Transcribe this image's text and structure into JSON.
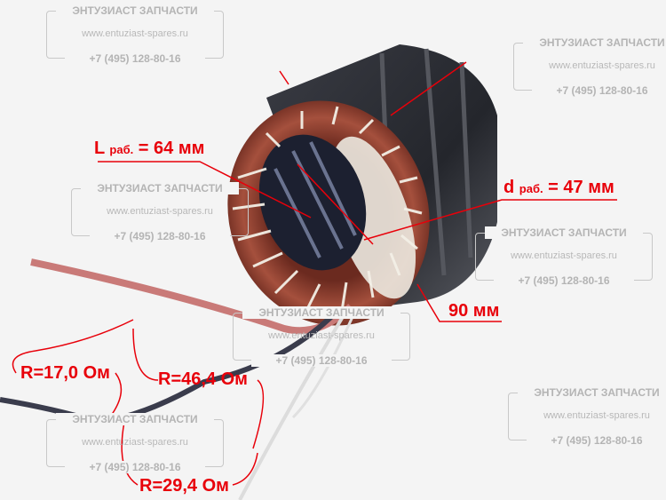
{
  "watermark": {
    "company": "ЭНТУЗИАСТ ЗАПЧАСТИ",
    "site_a": "www.entuziast-spares.ru",
    "site_b": "www.entuziast-spares.ru",
    "phone": "+7 (495) 128-80-16"
  },
  "annotations": {
    "length_prefix": "L",
    "length_sub": "раб.",
    "length_value": "= 64 мм",
    "diameter_prefix": "d",
    "diameter_sub": "раб.",
    "diameter_value": "= 47 мм",
    "outer": "90 мм",
    "r1": "R=17,0 Ом",
    "r2": "R=46,4 Ом",
    "r3": "R=29,4 Ом"
  },
  "colors": {
    "annotation": "#e8000a",
    "copper": "#8a3a2a",
    "core": "#2a2c33"
  }
}
